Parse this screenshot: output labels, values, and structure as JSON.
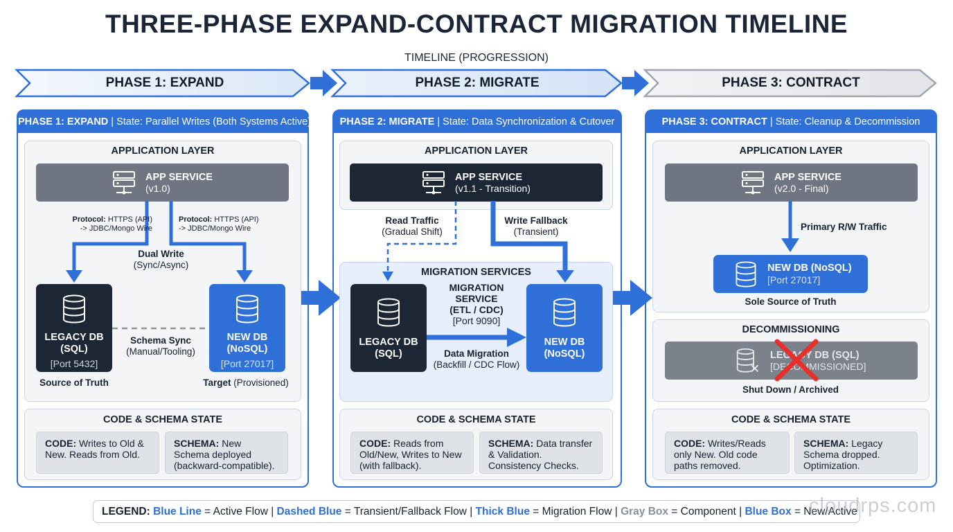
{
  "title": "THREE-PHASE EXPAND-CONTRACT MIGRATION TIMELINE",
  "timeline_label": "TIMELINE (PROGRESSION)",
  "colors": {
    "accent": "#2f6fd8",
    "dark": "#1d2635",
    "gray": "#6f7681",
    "cross": "#e8302a"
  },
  "chevrons": [
    "PHASE 1: EXPAND",
    "PHASE 2: MIGRATE",
    "PHASE 3: CONTRACT"
  ],
  "phase1": {
    "header_bold": "PHASE 1: EXPAND",
    "header_state": "State: Parallel Writes (Both Systems Active)",
    "app_layer": "APPLICATION LAYER",
    "app_name": "APP SERVICE",
    "app_version": "(v1.0)",
    "protocol_bold": "Protocol:",
    "protocol_text": "HTTPS (API)",
    "protocol_line2": "-> JDBC/Mongo Wire",
    "dual_write": "Dual Write",
    "dual_write_sub": "(Sync/Async)",
    "legacy_db": "LEGACY DB",
    "legacy_db_type": "(SQL)",
    "legacy_port": "[Port 5432]",
    "new_db": "NEW DB",
    "new_db_type": "(NoSQL)",
    "new_port": "[Port 27017]",
    "schema_sync": "Schema Sync",
    "schema_sync_sub": "(Manual/Tooling)",
    "source_of_truth": "Source of Truth",
    "target_bold": "Target",
    "target_sub": "(Provisioned)",
    "code_state_title": "CODE & SCHEMA STATE",
    "code_label": "CODE:",
    "code_text": "Writes to Old & New. Reads from Old.",
    "schema_label": "SCHEMA:",
    "schema_text": "New Schema deployed (backward-compatible)."
  },
  "phase2": {
    "header_bold": "PHASE 2: MIGRATE",
    "header_state": "State: Data Synchronization & Cutover",
    "app_layer": "APPLICATION LAYER",
    "app_name": "APP SERVICE",
    "app_version": "(v1.1 - Transition)",
    "read_traffic": "Read Traffic",
    "read_traffic_sub": "(Gradual Shift)",
    "write_fallback": "Write Fallback",
    "write_fallback_sub": "(Transient)",
    "migration_services": "MIGRATION SERVICES",
    "legacy_db": "LEGACY DB",
    "legacy_db_type": "(SQL)",
    "migration_service_l1": "MIGRATION",
    "migration_service_l2": "SERVICE",
    "migration_service_l3": "(ETL / CDC)",
    "migration_port": "[Port 9090]",
    "data_migration": "Data Migration",
    "data_migration_sub": "(Backfill / CDC Flow)",
    "new_db": "NEW DB",
    "new_db_type": "(NoSQL)",
    "code_state_title": "CODE & SCHEMA STATE",
    "code_label": "CODE:",
    "code_text": "Reads from Old/New, Writes to New (with fallback).",
    "schema_label": "SCHEMA:",
    "schema_text": "Data transfer & Validation. Consistency Checks."
  },
  "phase3": {
    "header_bold": "PHASE 3: CONTRACT",
    "header_state": "State: Cleanup & Decommission",
    "app_layer": "APPLICATION LAYER",
    "app_name": "APP SERVICE",
    "app_version": "(v2.0 - Final)",
    "primary_traffic": "Primary R/W Traffic",
    "new_db_name": "NEW DB (NoSQL)",
    "new_port": "[Port 27017]",
    "sole_source": "Sole Source of Truth",
    "decommissioning": "DECOMMISSIONING",
    "legacy_name": "LEGACY DB (SQL)",
    "legacy_status": "[DECOMMISSIONED]",
    "shut_down": "Shut Down / Archived",
    "code_state_title": "CODE & SCHEMA STATE",
    "code_label": "CODE:",
    "code_text": "Writes/Reads only New. Old code paths removed.",
    "schema_label": "SCHEMA:",
    "schema_text": "Legacy Schema dropped. Optimization."
  },
  "legend": {
    "label": "LEGEND:",
    "k1": "Blue Line",
    "v1": "= Active Flow |",
    "k2": "Dashed Blue",
    "v2": "= Transient/Fallback Flow |",
    "k3": "Thick Blue",
    "v3": "= Migration Flow |",
    "k4": "Gray Box",
    "v4": "= Component |",
    "k5": "Blue Box",
    "v5": "= New/Active System"
  },
  "watermark": "cloudrps.com",
  "icons": [
    "server-icon",
    "database-icon",
    "database-removed-icon",
    "cross-icon",
    "arrow-right-icon"
  ]
}
